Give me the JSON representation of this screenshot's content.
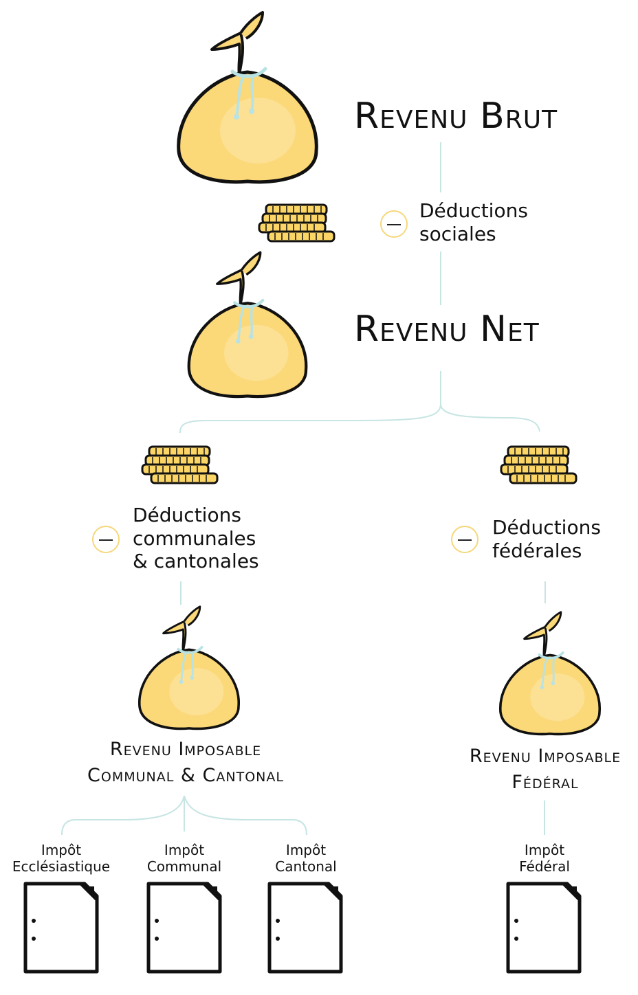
{
  "colors": {
    "bag_fill": "#fbd878",
    "bag_highlight": "#fde7a6",
    "bag_outline": "#111111",
    "string": "#b8e2e4",
    "connector": "#c6e5e3",
    "coin_fill": "#fbd666",
    "minus_circle": "#f6d77a"
  },
  "icons": {
    "bag": "money-bag-icon",
    "coins": "coin-stack-icon",
    "document": "document-icon",
    "minus": "minus-circle-icon"
  },
  "revenu_brut": "Revenu Brut",
  "deductions_sociales": [
    "Déductions",
    "sociales"
  ],
  "revenu_net": "Revenu Net",
  "deductions_communales": [
    "Déductions",
    "communales",
    "& cantonales"
  ],
  "deductions_federales": [
    "Déductions",
    "fédérales"
  ],
  "revenu_imposable_cc": [
    "Revenu Imposable",
    "Communal & Cantonal"
  ],
  "revenu_imposable_federal": [
    "Revenu Imposable",
    "Fédéral"
  ],
  "impots": [
    {
      "line1": "Impôt",
      "line2": "Ecclésiastique"
    },
    {
      "line1": "Impôt",
      "line2": "Communal"
    },
    {
      "line1": "Impôt",
      "line2": "Cantonal"
    },
    {
      "line1": "Impôt",
      "line2": "Fédéral"
    }
  ]
}
